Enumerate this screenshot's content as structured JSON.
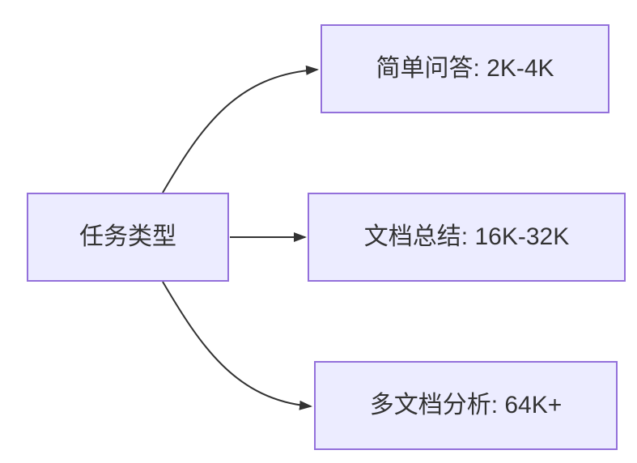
{
  "diagram": {
    "type": "flowchart-left-to-right",
    "root": {
      "label": "任务类型"
    },
    "nodes": [
      {
        "label": "简单问答: 2K-4K"
      },
      {
        "label": "文档总结: 16K-32K"
      },
      {
        "label": "多文档分析: 64K+"
      }
    ],
    "edges": [
      {
        "from": "任务类型",
        "to": "简单问答: 2K-4K"
      },
      {
        "from": "任务类型",
        "to": "文档总结: 16K-32K"
      },
      {
        "from": "任务类型",
        "to": "多文档分析: 64K+"
      }
    ],
    "colors": {
      "node_fill": "#ECECFF",
      "node_border": "#9370DB",
      "edge": "#333333",
      "text": "#333333"
    }
  }
}
